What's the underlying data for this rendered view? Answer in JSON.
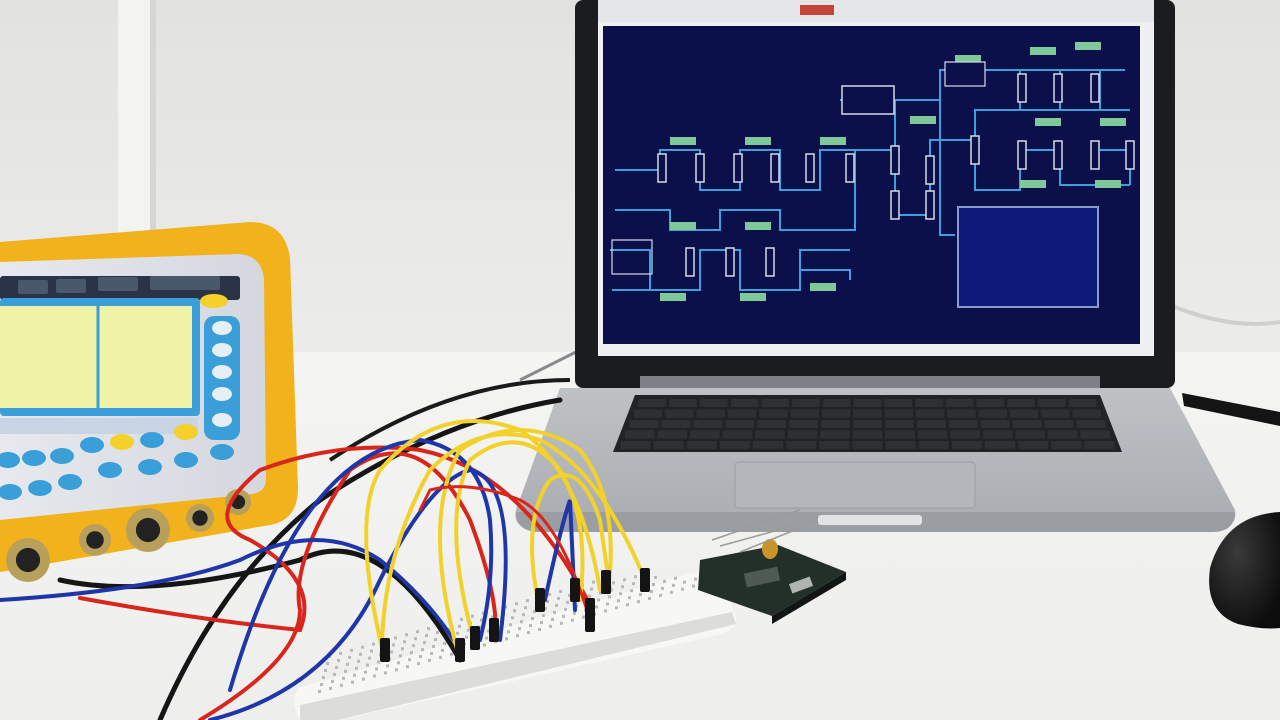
{
  "scene": {
    "subject": "electronics-workbench",
    "objects": [
      "handheld-oscilloscope",
      "laptop",
      "breadboard",
      "jumper-wires",
      "circuit-module",
      "computer-mouse",
      "probe-cables"
    ]
  },
  "laptop": {
    "screen_content": "circuit-schematic",
    "schematic_background": "#0b0f4a",
    "schematic_line_color": "#3aa0e0",
    "component_color": "#7ec89a"
  },
  "oscilloscope": {
    "housing_color": "#f2b21c",
    "display_color": "#eef3a6",
    "button_color": "#3a9fd8"
  },
  "wires": {
    "colors": [
      "#f2d12a",
      "#d9261c",
      "#1f36a8",
      "#151515"
    ]
  }
}
